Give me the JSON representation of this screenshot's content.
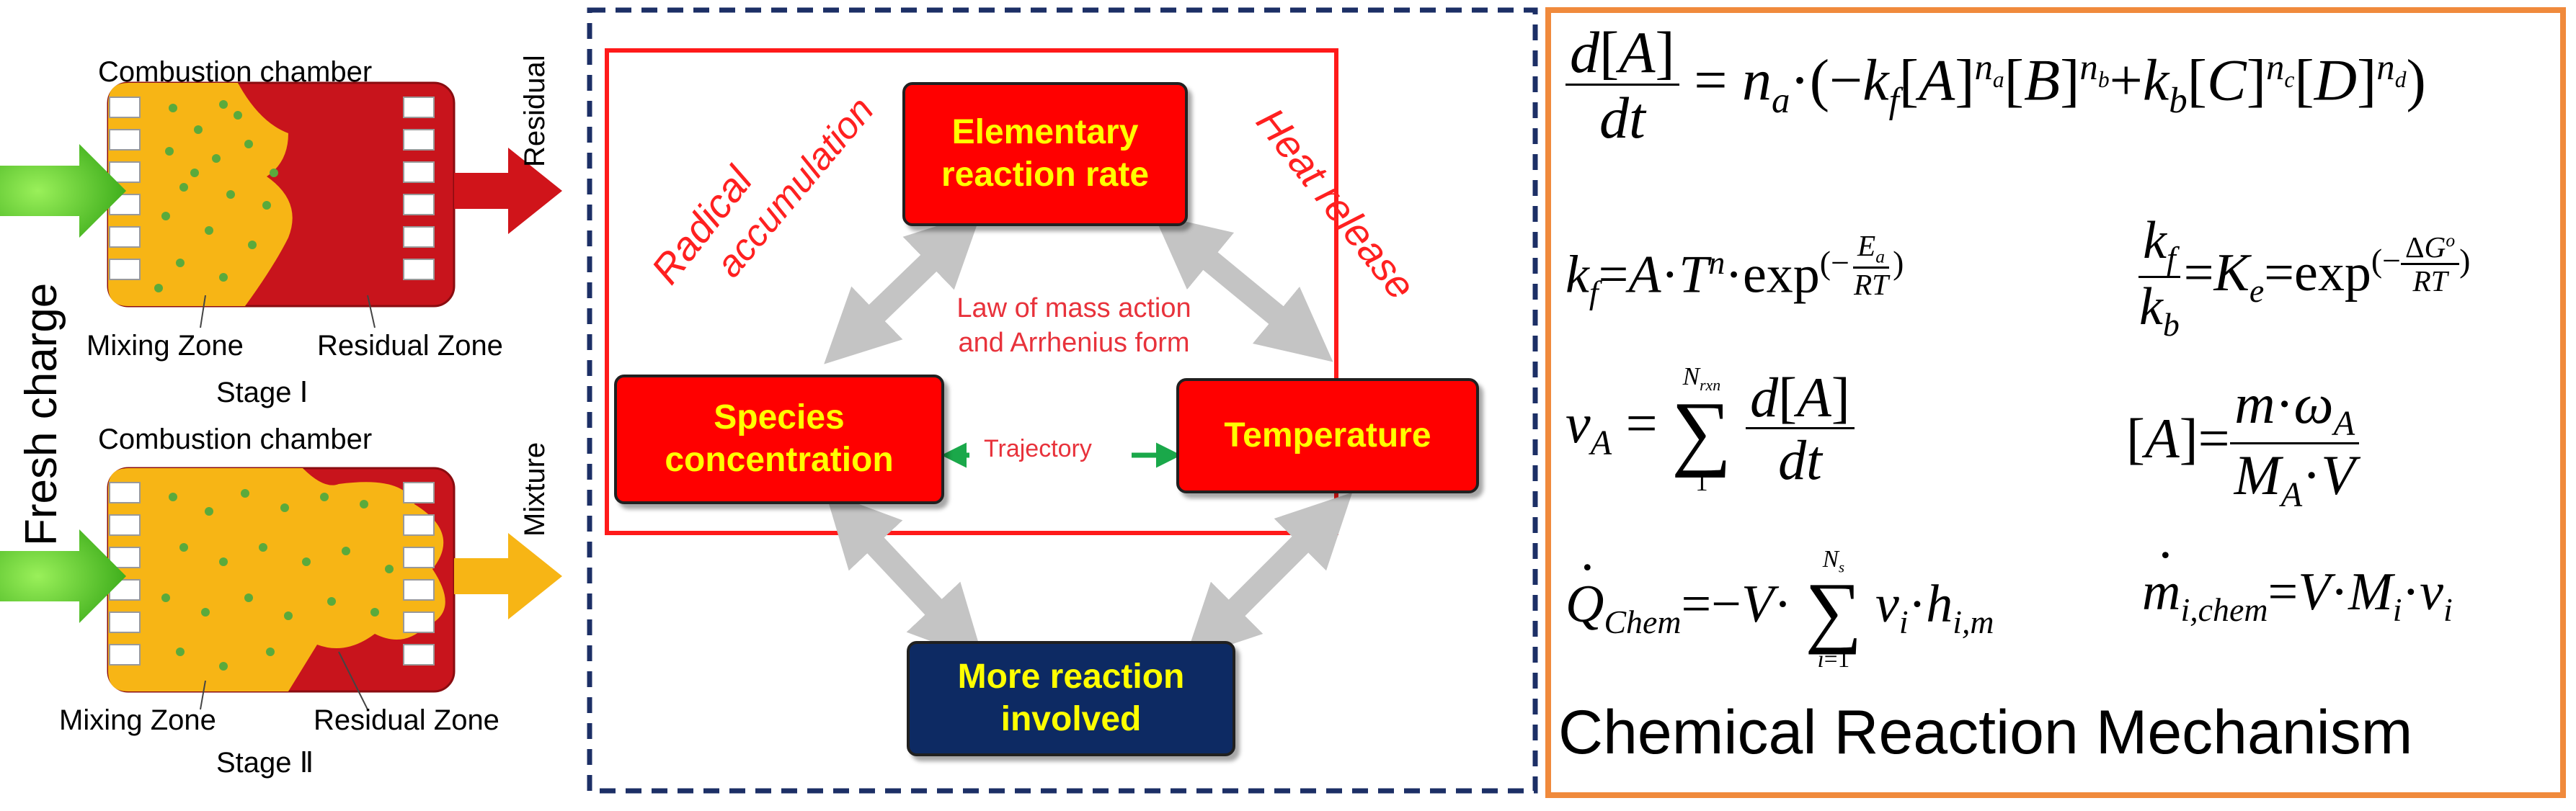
{
  "left": {
    "fresh_charge": "Fresh charge",
    "stage1": {
      "chamber": "Combustion chamber",
      "exit": "Residual",
      "mixing_zone": "Mixing Zone",
      "residual_zone": "Residual Zone",
      "stage": "Stage Ⅰ"
    },
    "stage2": {
      "chamber": "Combustion chamber",
      "exit": "Mixture",
      "mixing_zone": "Mixing Zone",
      "residual_zone": "Residual Zone",
      "stage": "Stage Ⅱ"
    }
  },
  "middle": {
    "elementary_rate": "Elementary reaction rate",
    "species": "Species concentration",
    "temperature": "Temperature",
    "more_reaction": "More reaction involved",
    "law_line1": "Law of mass action",
    "law_line2": "and Arrhenius form",
    "trajectory": "Trajectory",
    "radical": "Radical",
    "accumulation": "accumulation",
    "heat_release": "Heat release"
  },
  "right": {
    "title_chemical": "Chemical",
    "title_reaction": "Reaction",
    "title_mechanism": "Mechanism"
  },
  "colors": {
    "red_box": "#ff0000",
    "navy_box": "#0d2a63",
    "box_text": "#ffff00",
    "orange_border": "#f08a3c",
    "navy_dash": "#1c2f66",
    "arrow_gray": "#c4c4c4",
    "trajectory_green": "#1aa84a",
    "chamber_yellow": "#f7b515",
    "chamber_red": "#c8141c",
    "dot_green": "#5aaa3c",
    "inlet_green": "#5dc42a",
    "outlet_red": "#d0141a",
    "outlet_yellow": "#f7b515"
  }
}
